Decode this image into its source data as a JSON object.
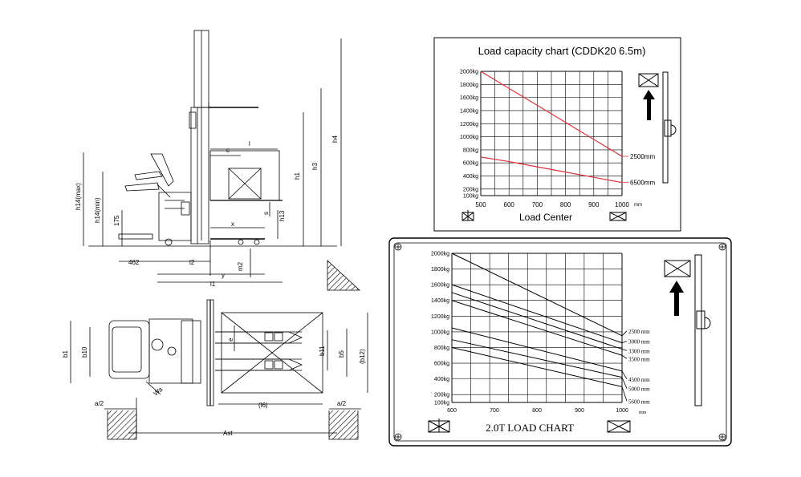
{
  "dimension_labels": {
    "side_view": [
      "h4",
      "h3",
      "h1",
      "h14(max)",
      "h14(min)",
      "175",
      "h13",
      "s",
      "c",
      "l",
      "x",
      "462",
      "l2",
      "m2",
      "y",
      "l1"
    ],
    "top_view": [
      "b1",
      "b10",
      "e",
      "b11",
      "b5",
      "(b12)",
      "Wa",
      "a/2",
      "a/2",
      "(l6)",
      "Ast"
    ]
  },
  "chart_data": [
    {
      "type": "line",
      "title": "Load capacity chart (CDDK20 6.5m)",
      "xlabel": "Load Center",
      "x_unit": "mm",
      "ylabel": "",
      "x_ticks": [
        500,
        600,
        700,
        800,
        900,
        1000
      ],
      "y_ticks": [
        100,
        200,
        400,
        600,
        800,
        1000,
        1200,
        1400,
        1600,
        1800,
        2000
      ],
      "y_tick_labels": [
        "100kg",
        "200kg",
        "400kg",
        "600kg",
        "800kg",
        "1000kg",
        "1200kg",
        "1400kg",
        "1600kg",
        "1800kg",
        "2000kg"
      ],
      "xlim": [
        500,
        1000
      ],
      "ylim": [
        100,
        2000
      ],
      "grid": true,
      "line_color": "#e0323c",
      "series": [
        {
          "name": "2500mm",
          "x": [
            500,
            600,
            700,
            800,
            900,
            1000
          ],
          "y": [
            2000,
            1740,
            1480,
            1220,
            960,
            700
          ]
        },
        {
          "name": "6500mm",
          "x": [
            500,
            600,
            700,
            800,
            900,
            1000
          ],
          "y": [
            690,
            620,
            540,
            460,
            380,
            300
          ]
        }
      ]
    },
    {
      "type": "line",
      "title": "2.0T LOAD CHART",
      "xlabel": "",
      "x_unit": "mm",
      "ylabel": "",
      "x_ticks": [
        600,
        700,
        800,
        900,
        1000
      ],
      "y_ticks": [
        100,
        200,
        400,
        600,
        800,
        1000,
        1200,
        1400,
        1600,
        1800,
        2000
      ],
      "y_tick_labels": [
        "100kg",
        "200kg",
        "400kg",
        "600kg",
        "800kg",
        "1000kg",
        "1200kg",
        "1400kg",
        "1600kg",
        "1800kg",
        "2000kg"
      ],
      "xlim": [
        600,
        1000
      ],
      "ylim": [
        100,
        2000
      ],
      "grid": true,
      "line_color": "#000000",
      "series": [
        {
          "name": "2500 mm",
          "x": [
            600,
            1000
          ],
          "y": [
            2000,
            950
          ]
        },
        {
          "name": "3000 mm",
          "x": [
            600,
            1000
          ],
          "y": [
            1600,
            860
          ]
        },
        {
          "name": "3300 mm",
          "x": [
            600,
            1000
          ],
          "y": [
            1500,
            780
          ]
        },
        {
          "name": "3500 mm",
          "x": [
            600,
            1000
          ],
          "y": [
            1400,
            700
          ]
        },
        {
          "name": "4500 mm",
          "x": [
            600,
            1000
          ],
          "y": [
            1050,
            500
          ]
        },
        {
          "name": "5000 mm",
          "x": [
            600,
            1000
          ],
          "y": [
            900,
            420
          ]
        },
        {
          "name": "5600 mm",
          "x": [
            600,
            1000
          ],
          "y": [
            800,
            300
          ]
        }
      ]
    }
  ]
}
